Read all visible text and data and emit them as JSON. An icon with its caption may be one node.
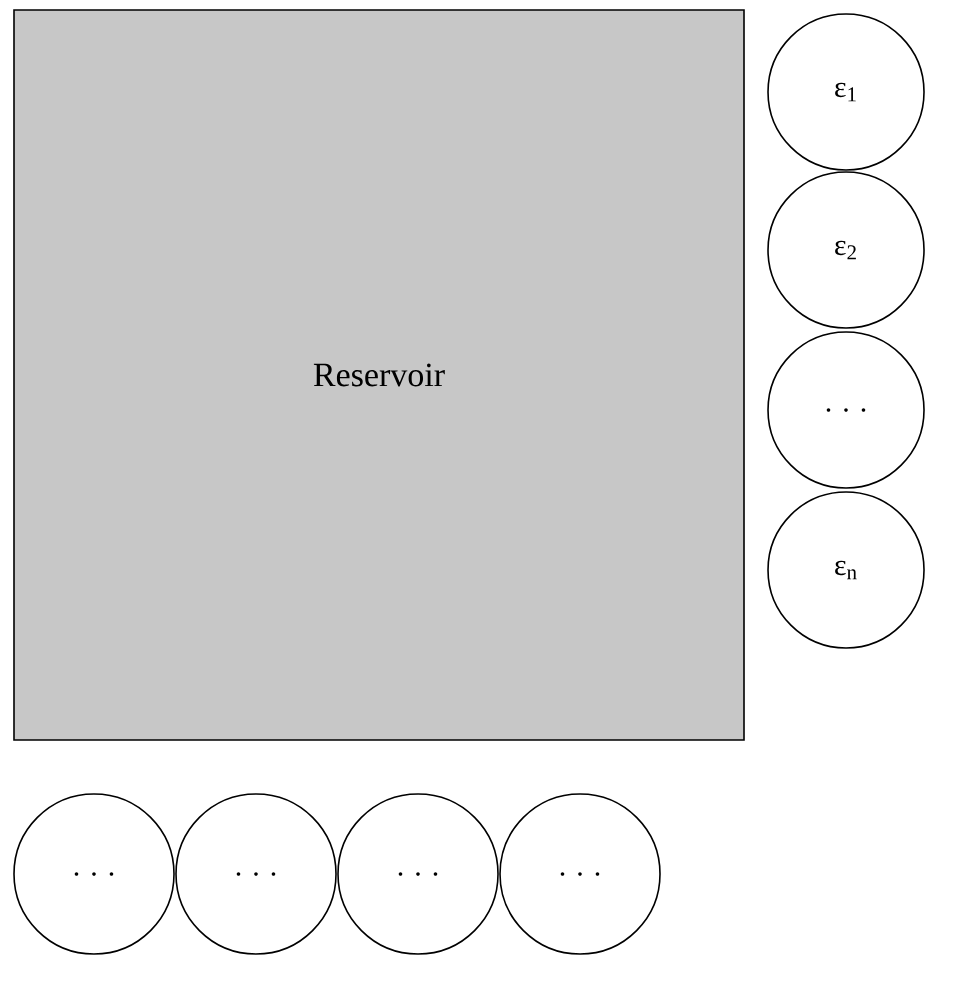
{
  "diagram": {
    "nodes": [
      {
        "text": [
          "Reservoir"
        ]
      },
      {
        "text": [
          "ε$_{1}$"
        ]
      },
      {
        "text": [
          "ε$_{2}$"
        ]
      },
      {
        "text": [
          ". . ."
        ]
      },
      {
        "text": [
          "ε$_{n}$"
        ]
      },
      {
        "text": [
          ". . ."
        ]
      },
      {
        "text": [
          ". . ."
        ]
      },
      {
        "text": [
          ". . ."
        ]
      },
      {
        "text": [
          ". . ."
        ]
      }
    ]
  }
}
